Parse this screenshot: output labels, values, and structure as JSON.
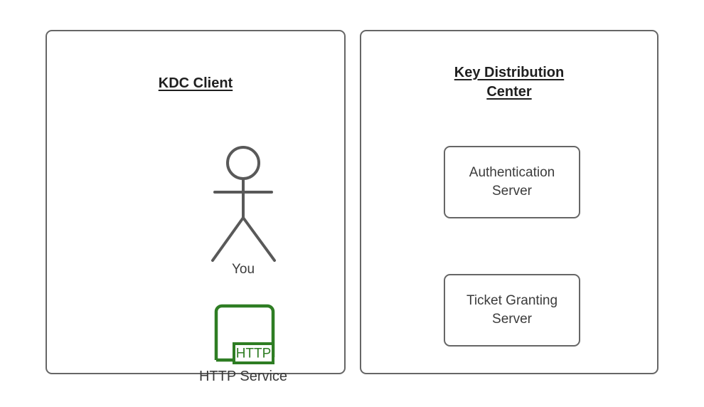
{
  "diagram": {
    "background_color": "#ffffff",
    "stroke_color": "#666666",
    "text_color": "#3b3b3b",
    "title_color": "#1f1f1f",
    "accent_green": "#2e7d23",
    "panels": [
      {
        "id": "kdc-client",
        "title": "KDC Client",
        "nodes": [
          {
            "id": "you",
            "label": "You",
            "icon": "stick-figure-actor-icon"
          },
          {
            "id": "http-service",
            "label": "HTTP Service",
            "icon": "http-service-icon",
            "badge": "HTTP"
          }
        ]
      },
      {
        "id": "key-distribution-center",
        "title": "Key Distribution\nCenter",
        "nodes": [
          {
            "id": "authentication-server",
            "label": "Authentication\nServer"
          },
          {
            "id": "ticket-granting-server",
            "label": "Ticket Granting\nServer"
          }
        ]
      }
    ]
  }
}
